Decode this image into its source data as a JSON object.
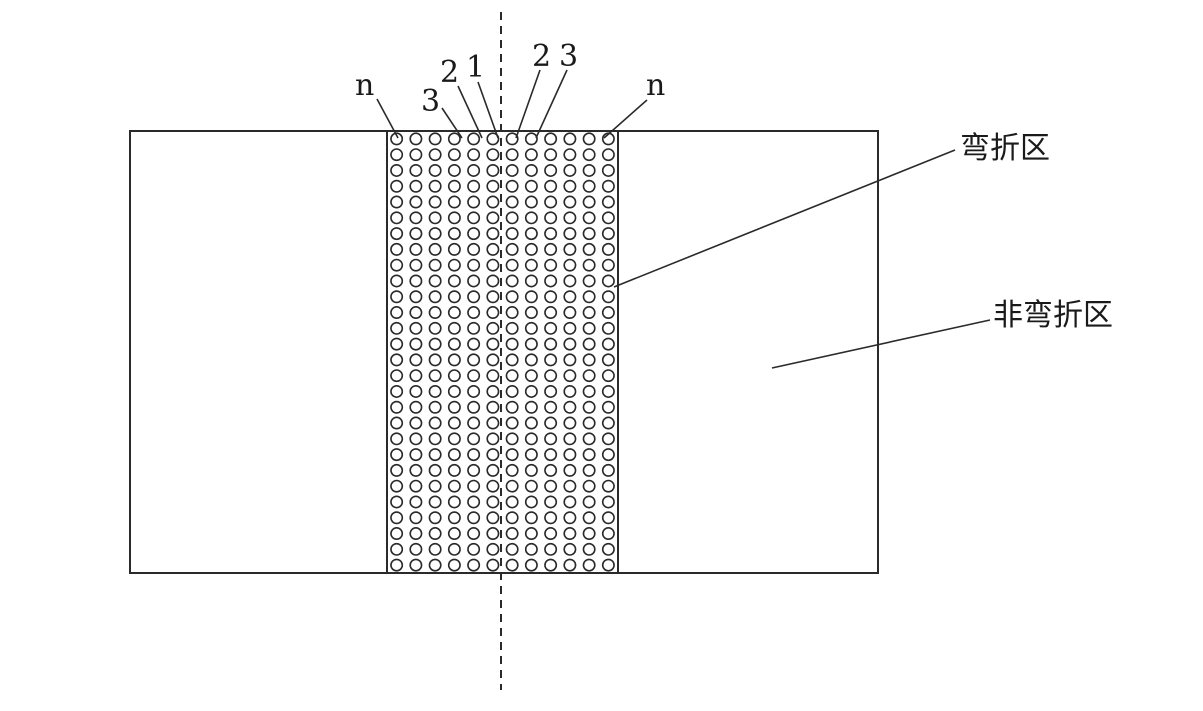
{
  "labels": {
    "hole_edge_left": "n",
    "hole_3_left": "3",
    "hole_2_left": "2",
    "hole_1_center": "1",
    "hole_2_right": "2",
    "hole_3_right": "3",
    "hole_edge_right": "n",
    "bend_zone": "弯折区",
    "non_bend_zone": "非弯折区"
  },
  "hole_grid": {
    "columns": 12,
    "rows": 28
  }
}
